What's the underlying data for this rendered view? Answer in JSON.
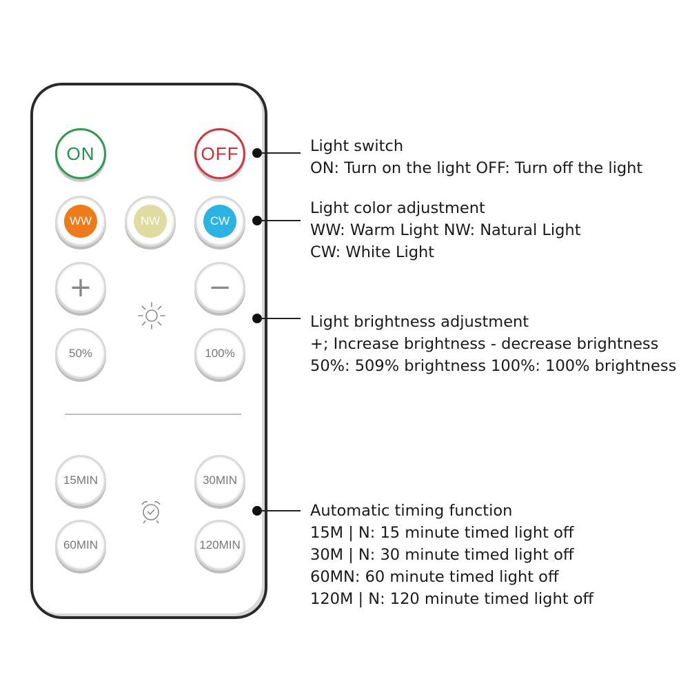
{
  "remote": {
    "buttons": {
      "on": "ON",
      "off": "OFF",
      "ww": "WW",
      "nw": "NW",
      "cw": "CW",
      "plus": "+",
      "minus": "−",
      "p50": "50%",
      "p100": "100%",
      "t15": "15MIN",
      "t30": "30MIN",
      "t60": "60MIN",
      "t120": "120MIN"
    },
    "icons": [
      "sun-icon",
      "alarm-clock-icon"
    ],
    "colors": {
      "on": "#1e9446",
      "off": "#d42a33",
      "ww": "#ee7a1a",
      "nw": "#e0dba0",
      "cw": "#2bb4e3"
    }
  },
  "annotations": {
    "switch": {
      "title": "Light switch",
      "lines": [
        "ON: Turn on the light OFF: Turn off the light"
      ]
    },
    "color": {
      "title": "Light color adjustment",
      "lines": [
        "WW: Warm Light NW: Natural Light",
        "CW: White Light"
      ]
    },
    "brightness": {
      "title": "Light brightness adjustment",
      "lines": [
        "+; Increase brightness - decrease brightness",
        "50%: 509% brightness 100%: 100% brightness"
      ]
    },
    "timing": {
      "title": "Automatic timing function",
      "lines": [
        "15M | N: 15 minute timed light off",
        "30M | N: 30 minute timed light off",
        "60MN: 60 minute timed light off",
        "120M | N: 120 minute timed light off"
      ]
    }
  }
}
